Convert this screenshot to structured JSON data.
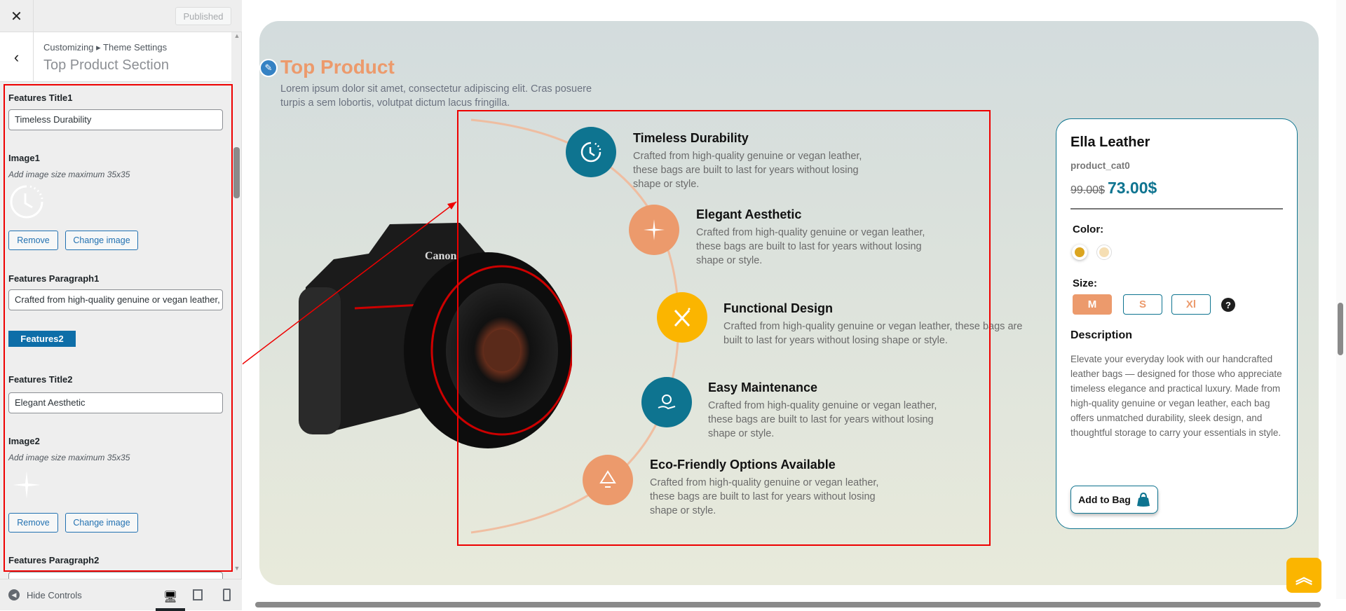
{
  "sidebar": {
    "close_label": "✕",
    "published_label": "Published",
    "breadcrumb": "Customizing ▸ Theme Settings",
    "section_title": "Top Product Section",
    "fields": {
      "features_title1_label": "Features Title1",
      "features_title1_value": "Timeless Durability",
      "image1_label": "Image1",
      "image1_hint": "Add image size maximum 35x35",
      "remove_label": "Remove",
      "change_image_label": "Change image",
      "features_paragraph1_label": "Features Paragraph1",
      "features_paragraph1_value": "Crafted from high-quality genuine or vegan leather, these bags are built to last",
      "features2_badge": "Features2",
      "features_title2_label": "Features Title2",
      "features_title2_value": "Elegant Aesthetic",
      "image2_label": "Image2",
      "image2_hint": "Add image size maximum 35x35",
      "features_paragraph2_label": "Features Paragraph2"
    },
    "hide_controls_label": "Hide Controls"
  },
  "main": {
    "title": "Top Product",
    "subtitle": "Lorem ipsum dolor sit amet, consectetur adipiscing elit. Cras posuere turpis a sem lobortis, volutpat dictum lacus fringilla.",
    "camera_brand": "Canon",
    "features": [
      {
        "title": "Timeless Durability",
        "text": "Crafted from high-quality genuine or vegan leather, these bags are built to last for years without losing shape or style.",
        "icon": "clock-icon",
        "color": "#0e7490"
      },
      {
        "title": "Elegant Aesthetic",
        "text": "Crafted from high-quality genuine or vegan leather, these bags are built to last for years without losing shape or style.",
        "icon": "sparkle-icon",
        "color": "#ec9a6c"
      },
      {
        "title": "Functional Design",
        "text": "Crafted from high-quality genuine or vegan leather, these bags are built to last for years without losing shape or style.",
        "icon": "pencil-ruler-icon",
        "color": "#fbb500"
      },
      {
        "title": "Easy Maintenance",
        "text": "Crafted from high-quality genuine or vegan leather, these bags are built to last for years without losing shape or style.",
        "icon": "hand-gear-icon",
        "color": "#0e7490"
      },
      {
        "title": "Eco-Friendly Options Available",
        "text": "Crafted from high-quality genuine or vegan leather, these bags are built to last for years without losing shape or style.",
        "icon": "recycle-icon",
        "color": "#ec9a6c"
      }
    ]
  },
  "product": {
    "name": "Ella Leather",
    "category": "product_cat0",
    "old_price": "99.00$",
    "price": "73.00$",
    "color_label": "Color:",
    "colors": [
      "#dba520",
      "#f5deb3"
    ],
    "size_label": "Size:",
    "sizes": [
      "M",
      "S",
      "Xl"
    ],
    "help": "?",
    "description_title": "Description",
    "description": "Elevate your everyday look with our handcrafted leather bags — designed for those who appreciate timeless elegance and practical luxury. Made from high-quality genuine or vegan leather, each bag offers unmatched durability, sleek design, and thoughtful storage to carry your essentials in style.",
    "add_to_bag": "Add to Bag"
  },
  "colors": {
    "accent": "#0e7490",
    "orange": "#ec9a6c",
    "yellow": "#fbb500"
  }
}
